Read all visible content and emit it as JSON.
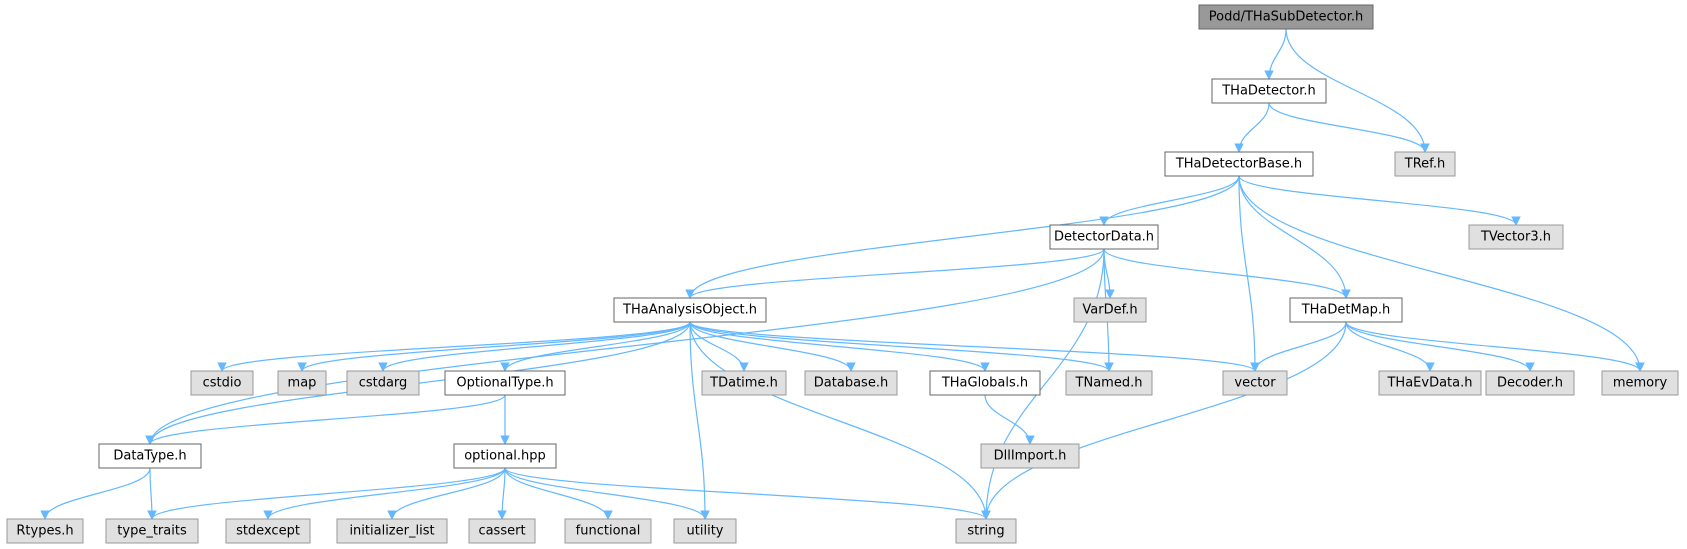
{
  "colors": {
    "root_fill": "#999999",
    "root_stroke": "#666666",
    "documented_fill": "#ffffff",
    "documented_stroke": "#666666",
    "external_fill": "#e0e0e0",
    "external_stroke": "#999999",
    "edge": "#63b8ff",
    "text": "#000000"
  },
  "nodes": [
    {
      "id": "root",
      "label": "Podd/THaSubDetector.h",
      "kind": "root"
    },
    {
      "id": "thadetector",
      "label": "THaDetector.h",
      "kind": "documented"
    },
    {
      "id": "tref",
      "label": "TRef.h",
      "kind": "external"
    },
    {
      "id": "thadetectorbase",
      "label": "THaDetectorBase.h",
      "kind": "documented"
    },
    {
      "id": "detectordata",
      "label": "DetectorData.h",
      "kind": "documented"
    },
    {
      "id": "tvector3",
      "label": "TVector3.h",
      "kind": "external"
    },
    {
      "id": "thaanalysisobject",
      "label": "THaAnalysisObject.h",
      "kind": "documented"
    },
    {
      "id": "vardef",
      "label": "VarDef.h",
      "kind": "external"
    },
    {
      "id": "thadetmap",
      "label": "THaDetMap.h",
      "kind": "documented"
    },
    {
      "id": "cstdio",
      "label": "cstdio",
      "kind": "external"
    },
    {
      "id": "map",
      "label": "map",
      "kind": "external"
    },
    {
      "id": "cstdarg",
      "label": "cstdarg",
      "kind": "external"
    },
    {
      "id": "optionaltype",
      "label": "OptionalType.h",
      "kind": "documented"
    },
    {
      "id": "tdatime",
      "label": "TDatime.h",
      "kind": "external"
    },
    {
      "id": "database",
      "label": "Database.h",
      "kind": "external"
    },
    {
      "id": "thaglobals",
      "label": "THaGlobals.h",
      "kind": "documented"
    },
    {
      "id": "tnamed",
      "label": "TNamed.h",
      "kind": "external"
    },
    {
      "id": "vector",
      "label": "vector",
      "kind": "external"
    },
    {
      "id": "thaevdata",
      "label": "THaEvData.h",
      "kind": "external"
    },
    {
      "id": "decoder",
      "label": "Decoder.h",
      "kind": "external"
    },
    {
      "id": "memory",
      "label": "memory",
      "kind": "external"
    },
    {
      "id": "datatype",
      "label": "DataType.h",
      "kind": "documented"
    },
    {
      "id": "optionalhpp",
      "label": "optional.hpp",
      "kind": "documented"
    },
    {
      "id": "dllimport",
      "label": "DllImport.h",
      "kind": "external"
    },
    {
      "id": "rtypes",
      "label": "Rtypes.h",
      "kind": "external"
    },
    {
      "id": "typetraits",
      "label": "type_traits",
      "kind": "external"
    },
    {
      "id": "stdexcept",
      "label": "stdexcept",
      "kind": "external"
    },
    {
      "id": "initlist",
      "label": "initializer_list",
      "kind": "external"
    },
    {
      "id": "cassert",
      "label": "cassert",
      "kind": "external"
    },
    {
      "id": "functional",
      "label": "functional",
      "kind": "external"
    },
    {
      "id": "utility",
      "label": "utility",
      "kind": "external"
    },
    {
      "id": "string",
      "label": "string",
      "kind": "external"
    }
  ],
  "edges": [
    [
      "root",
      "thadetector"
    ],
    [
      "root",
      "tref"
    ],
    [
      "thadetector",
      "tref"
    ],
    [
      "thadetector",
      "thadetectorbase"
    ],
    [
      "thadetectorbase",
      "detectordata"
    ],
    [
      "thadetectorbase",
      "thaanalysisobject"
    ],
    [
      "thadetectorbase",
      "thadetmap"
    ],
    [
      "thadetectorbase",
      "vector"
    ],
    [
      "thadetectorbase",
      "memory"
    ],
    [
      "thadetectorbase",
      "tvector3"
    ],
    [
      "detectordata",
      "thaanalysisobject"
    ],
    [
      "detectordata",
      "datatype"
    ],
    [
      "detectordata",
      "vardef"
    ],
    [
      "detectordata",
      "tnamed"
    ],
    [
      "detectordata",
      "string"
    ],
    [
      "detectordata",
      "thadetmap"
    ],
    [
      "thaanalysisobject",
      "datatype"
    ],
    [
      "thaanalysisobject",
      "cstdio"
    ],
    [
      "thaanalysisobject",
      "map"
    ],
    [
      "thaanalysisobject",
      "cstdarg"
    ],
    [
      "thaanalysisobject",
      "optionaltype"
    ],
    [
      "thaanalysisobject",
      "utility"
    ],
    [
      "thaanalysisobject",
      "string"
    ],
    [
      "thaanalysisobject",
      "tdatime"
    ],
    [
      "thaanalysisobject",
      "database"
    ],
    [
      "thaanalysisobject",
      "thaglobals"
    ],
    [
      "thaanalysisobject",
      "tnamed"
    ],
    [
      "thaanalysisobject",
      "vector"
    ],
    [
      "thadetmap",
      "vector"
    ],
    [
      "thadetmap",
      "string"
    ],
    [
      "thadetmap",
      "thaevdata"
    ],
    [
      "thadetmap",
      "decoder"
    ],
    [
      "thadetmap",
      "memory"
    ],
    [
      "optionaltype",
      "datatype"
    ],
    [
      "optionaltype",
      "optionalhpp"
    ],
    [
      "thaglobals",
      "dllimport"
    ],
    [
      "datatype",
      "rtypes"
    ],
    [
      "datatype",
      "typetraits"
    ],
    [
      "optionalhpp",
      "typetraits"
    ],
    [
      "optionalhpp",
      "stdexcept"
    ],
    [
      "optionalhpp",
      "initlist"
    ],
    [
      "optionalhpp",
      "cassert"
    ],
    [
      "optionalhpp",
      "functional"
    ],
    [
      "optionalhpp",
      "utility"
    ],
    [
      "optionalhpp",
      "string"
    ]
  ]
}
